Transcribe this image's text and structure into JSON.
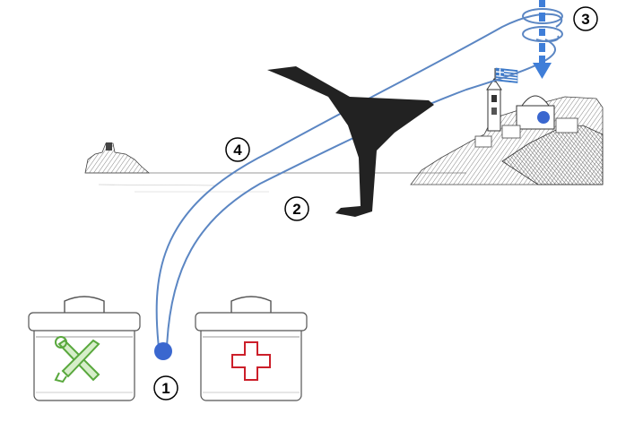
{
  "colors": {
    "route": "#5b86c3",
    "point": "#3a67cf",
    "arrow": "#3f7ed8",
    "drone": "#222222",
    "sketch": "#555555",
    "tools_cross": "#59a83d",
    "medical_cross": "#cc1f2a",
    "flag_blue": "#3d7ac9"
  },
  "icons": {
    "drone": "fixed-wing-drone-icon",
    "toolbox": "toolbox-icon",
    "medical_kit": "first-aid-kit-icon",
    "island": "island-village-sketch",
    "flag": "greek-flag-icon"
  },
  "steps": [
    {
      "id": "1",
      "label": "1"
    },
    {
      "id": "2",
      "label": "2"
    },
    {
      "id": "3",
      "label": "3"
    },
    {
      "id": "4",
      "label": "4"
    }
  ]
}
